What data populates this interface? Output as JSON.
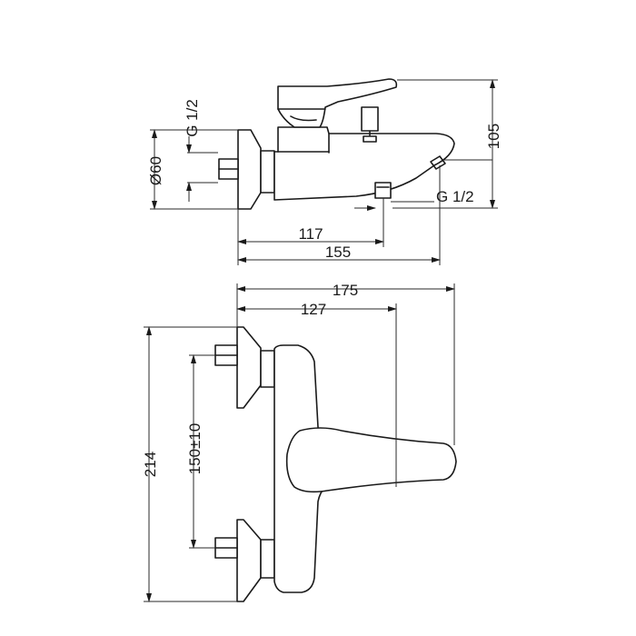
{
  "labels": {
    "thread_top": "G 1/2",
    "diameter": "Ø60",
    "height": "105",
    "thread_spout": "G 1/2",
    "spout_dim": "117",
    "overall_side": "155",
    "overall_top": "175",
    "lever_dim": "127",
    "overall_length": "214",
    "centers": "150±10"
  }
}
